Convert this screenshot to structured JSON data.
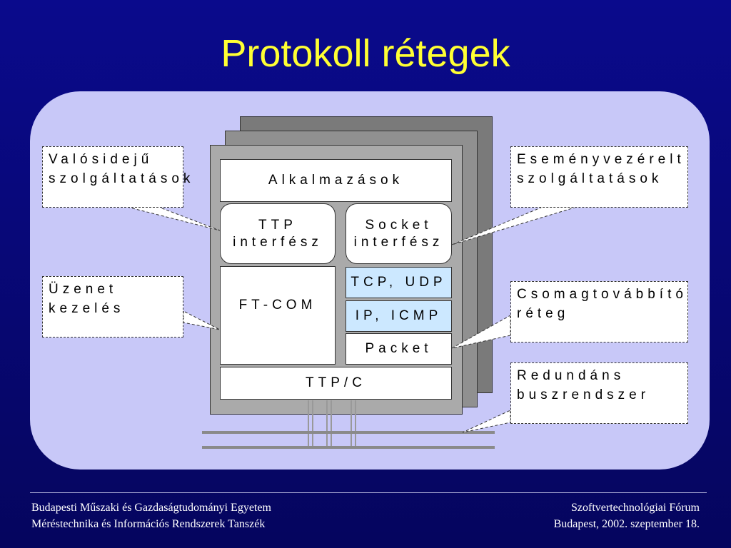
{
  "title": "Protokoll rétegek",
  "diagram": {
    "layers": {
      "alkalmazasok": "Alkalmazások",
      "ttp_interfesz": "TTP\ninterfész",
      "socket_interfesz": "Socket\ninterfész",
      "tcp_udp": "TCP, UDP",
      "ip_icmp": "IP, ICMP",
      "packet": "Packet",
      "ft_com": "FT-COM",
      "ttp_c": "TTP/C"
    },
    "callouts": {
      "valosideju": "Valósidejű\nszolgáltatások",
      "uzenet": "Üzenet\nkezelés",
      "esemeny": "Eseményvezérelt\nszolgáltatások",
      "csomag": "Csomagtovábbító\nréteg",
      "redundans": "Redundáns\nbuszrendszer"
    }
  },
  "footer": {
    "left_line1": "Budapesti Műszaki és Gazdaságtudományi Egyetem",
    "left_line2": "Méréstechnika és Információs Rendszerek Tanszék",
    "right_line1": "Szoftvertechnológiai Fórum",
    "right_line2": "Budapest, 2002. szeptember 18."
  },
  "colors": {
    "background": "#0a0a8c",
    "title": "#ffff33",
    "panel": "#c8c8f8",
    "highlight_layer": "#cce8ff"
  }
}
